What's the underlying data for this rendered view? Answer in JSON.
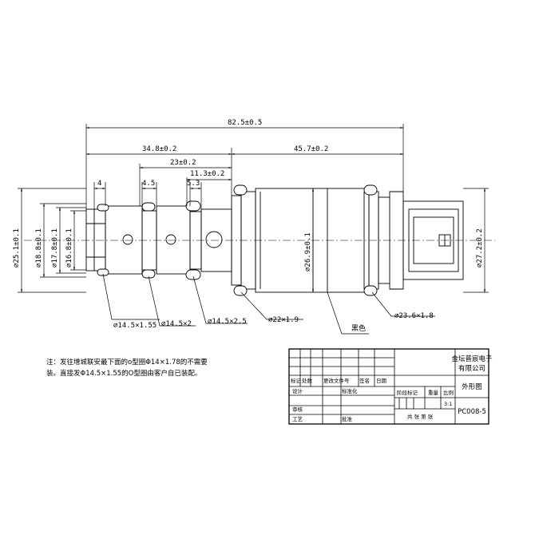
{
  "dimensions": {
    "overall_length": "82.5±0.5",
    "left_length": "34.8±0.2",
    "right_length": "45.7±0.2",
    "mid_23": "23±0.2",
    "mid_11_3": "11.3±0.2",
    "gap_4": "4",
    "gap_4_5": "4.5",
    "gap_5_3": "5.3",
    "dia_25_1": "⌀25.1±0.1",
    "dia_18_8": "⌀18.8±0.1",
    "dia_17_8": "⌀17.8±0.1",
    "dia_16_8": "⌀16.8±0.1",
    "dia_26_9": "⌀26.9±0.1",
    "dia_27_2": "⌀27.2±0.2"
  },
  "callouts": {
    "oring_1": "⌀14.5×1.55",
    "oring_2": "⌀14.5×2",
    "oring_3": "⌀14.5×2.5",
    "oring_4": "⌀22×1.9",
    "oring_5": "⌀23.6×1.8",
    "color_note": "黑色"
  },
  "note": {
    "line1": "注：发往增城联安最下面的o型圈Φ14×1.78的不需要",
    "line2": "装。直接发Φ14.5×1.55的O型圈由客户自已装配。"
  },
  "title_block": {
    "company_line1": "金坛普宸电子",
    "company_line2": "有限公司",
    "drawing_title": "外形图",
    "drawing_number": "PC008-5",
    "scale": "3:1",
    "labels": {
      "mark": "标记",
      "count": "处数",
      "change_doc": "更改文件号",
      "sign": "签名",
      "date": "日期",
      "design": "设计",
      "standardize": "标准化",
      "stage_mark": "阶段标记",
      "weight": "重量",
      "ratio": "比例",
      "review": "审核",
      "process": "工艺",
      "approve": "批准",
      "sheets": "共  张 第  张"
    }
  }
}
